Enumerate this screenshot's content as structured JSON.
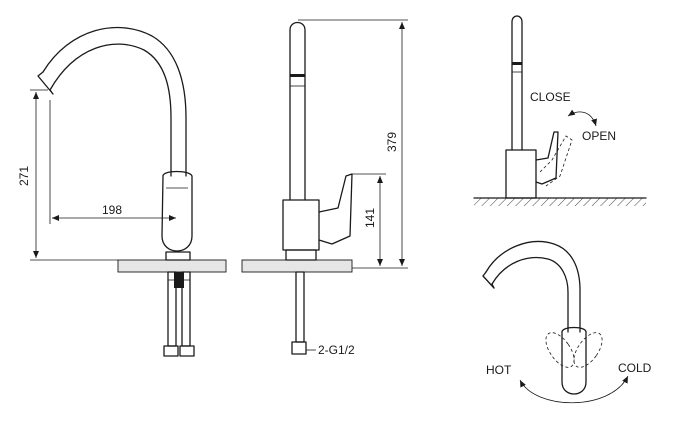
{
  "dimensions": {
    "spout_height": "271",
    "spout_reach": "198",
    "total_height": "379",
    "lever_height": "141",
    "connection": "2-G1/2"
  },
  "labels": {
    "close": "CLOSE",
    "open": "OPEN",
    "hot": "HOT",
    "cold": "COLD"
  }
}
